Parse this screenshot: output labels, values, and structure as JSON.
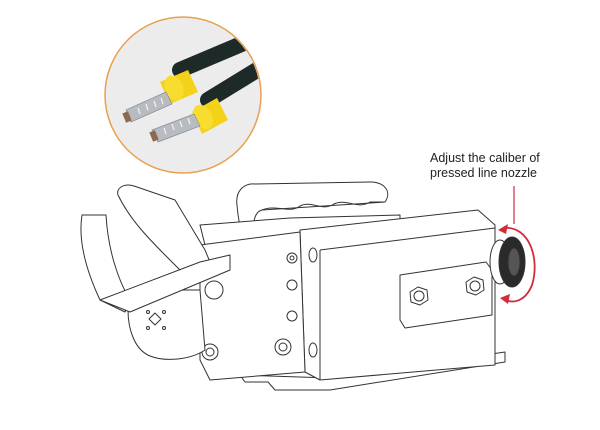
{
  "figure": {
    "subject": "Pneumatic ferrule crimping tool",
    "inset": {
      "description": "Two black cables with yellow insulated ferrules crimped on bare wire ends",
      "border_color": "#e8a050",
      "background_color": "#ededed",
      "ferrule_color": "#f5d21a",
      "cable_color": "#1e2a28"
    },
    "annotation": {
      "line1": "Adjust the caliber of",
      "line2": "pressed line nozzle",
      "leader_color": "#d22b3a",
      "arrow_color": "#d22b3a"
    }
  }
}
